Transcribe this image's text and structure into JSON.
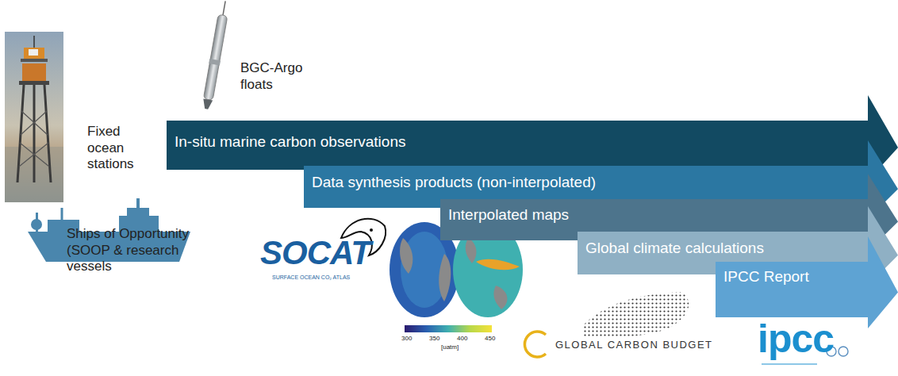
{
  "diagram": {
    "nodes": [
      {
        "text": [
          "In-situ marine carbon observations"
        ]
      },
      {
        "text": [
          "Data synthesis products (non-interpolated)"
        ]
      },
      {
        "text": [
          "Interpolated maps"
        ]
      },
      {
        "text": [
          "Global climate calculations"
        ]
      },
      {
        "text": [
          "IPCC Report"
        ]
      }
    ],
    "labels": [
      "Fixed ocean stations",
      "BGC-Argo floats",
      "Ships of Opportunity (SOOP & research vessels",
      "SOCAT",
      "SURFACE OCEAN CO₂ ATLAS",
      "300",
      "350",
      "400",
      "450",
      "[uatm]",
      "GLOBAL CARBON BUDGET",
      "ipcc"
    ]
  }
}
